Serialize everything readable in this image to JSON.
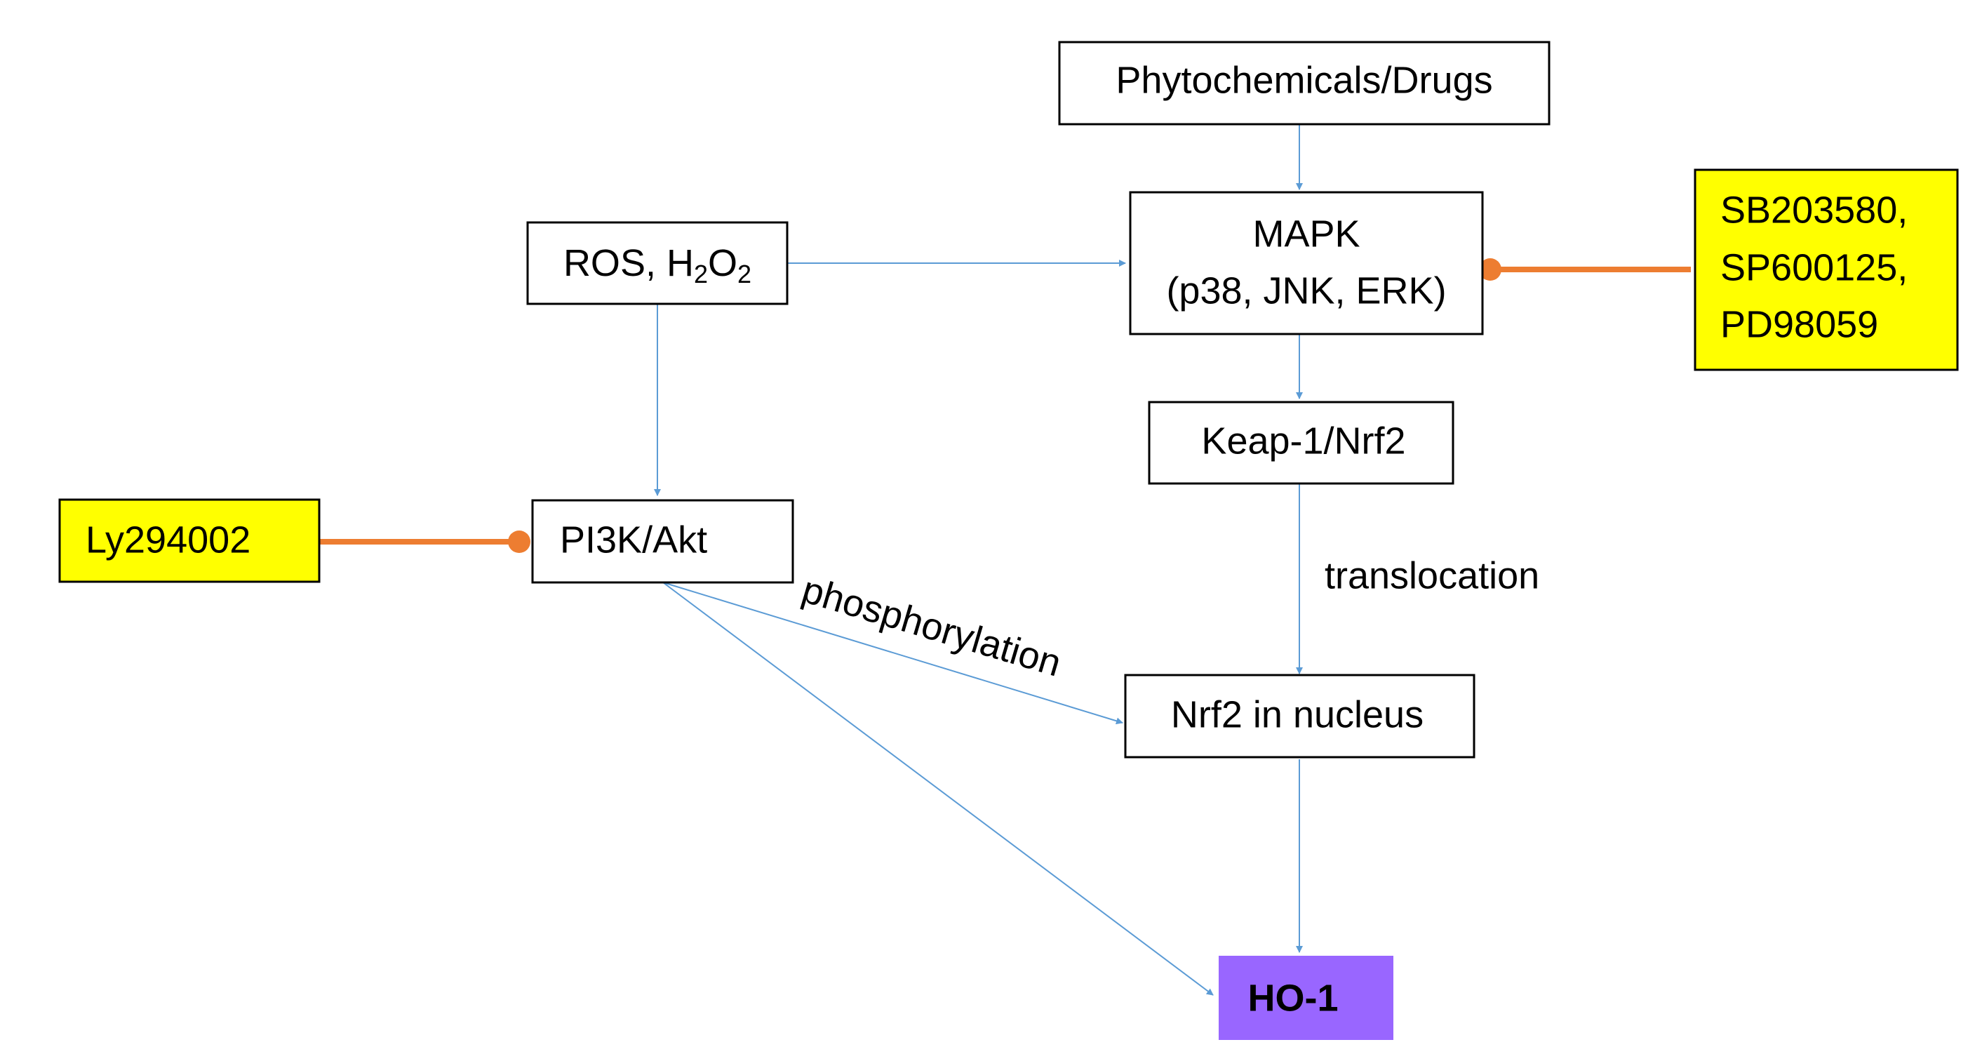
{
  "colors": {
    "box_border": "#000000",
    "box_fill": "#ffffff",
    "inhibitor_fill": "#ffff00",
    "inhibitor_line": "#ed7d31",
    "target_fill": "#9966ff",
    "arrow": "#5b9bd5"
  },
  "nodes": {
    "phytochemicals": {
      "label": "Phytochemicals/Drugs"
    },
    "mapk": {
      "line1": "MAPK",
      "line2": "(p38, JNK, ERK)"
    },
    "mapk_inhibitors": {
      "line1": "SB203580,",
      "line2": "SP600125,",
      "line3": "PD98059"
    },
    "ros": {
      "prefix": "ROS, H",
      "sub1": "2",
      "mid": "O",
      "sub2": "2"
    },
    "keap1": {
      "label": "Keap-1/Nrf2"
    },
    "pi3k": {
      "label": "PI3K/Akt"
    },
    "pi3k_inhibitor": {
      "label": "Ly294002"
    },
    "nrf2_nucleus": {
      "label": "Nrf2 in nucleus"
    },
    "ho1": {
      "label": "HO-1"
    }
  },
  "edges": {
    "translocation_label": "translocation",
    "phosphorylation_label": "phosphorylation"
  }
}
